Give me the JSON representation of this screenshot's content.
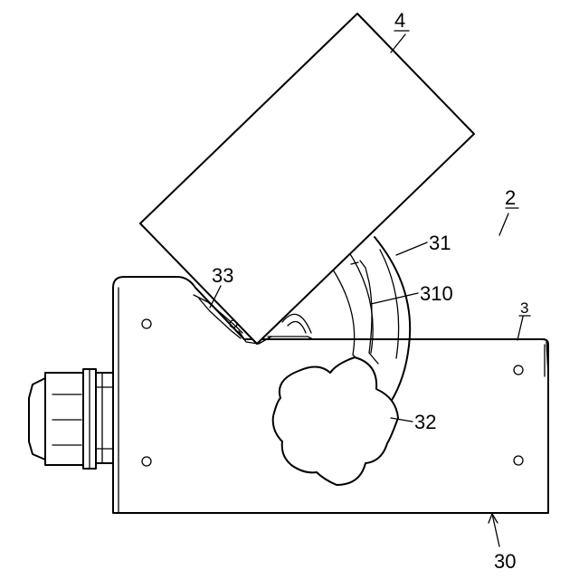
{
  "labels": {
    "l4": "4",
    "l2": "2",
    "l3": "3",
    "l31": "31",
    "l310": "310",
    "l33": "33",
    "l32": "32",
    "l30": "30"
  }
}
